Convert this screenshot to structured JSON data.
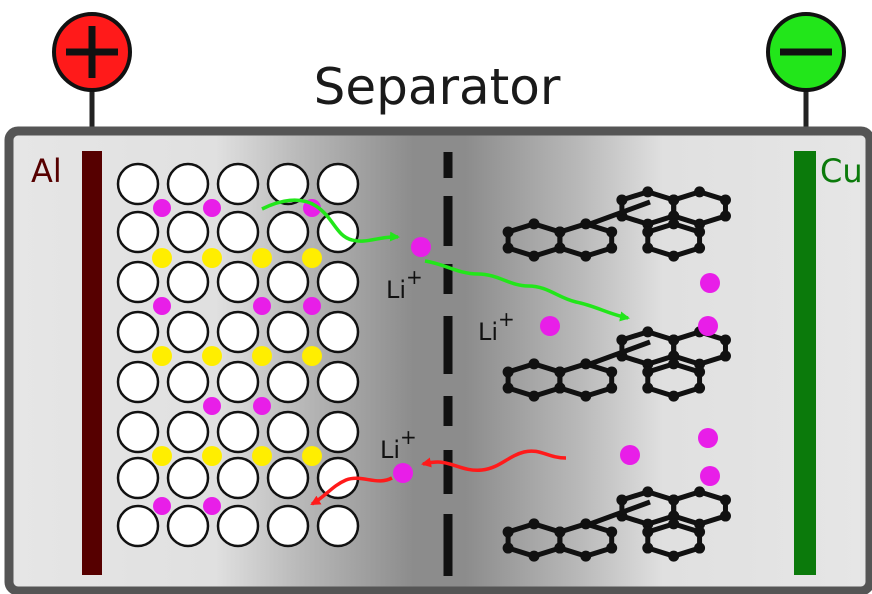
{
  "diagram": {
    "title": "Separator",
    "positive_terminal": {
      "symbol": "+",
      "color": "#ff1a1a"
    },
    "negative_terminal": {
      "symbol": "−",
      "color": "#22e61a"
    },
    "cathode_collector": {
      "label": "Al",
      "color": "#560000"
    },
    "anode_collector": {
      "label": "Cu",
      "color": "#0b7a0b"
    },
    "ion_labels": {
      "top": "Li",
      "middle": "Li",
      "bottom": "Li",
      "superscript": "+"
    },
    "colors": {
      "lithium_ion": "#e81ee8",
      "lattice_yellow": "#ffee00",
      "charge_arrow": "#22e61a",
      "discharge_arrow": "#ff1a1a",
      "casing_border": "#555555"
    },
    "icons": [
      "plus-icon",
      "minus-icon",
      "green-wavy-arrow-icon",
      "red-wavy-arrow-icon",
      "graphite-hexagon-icon"
    ]
  }
}
